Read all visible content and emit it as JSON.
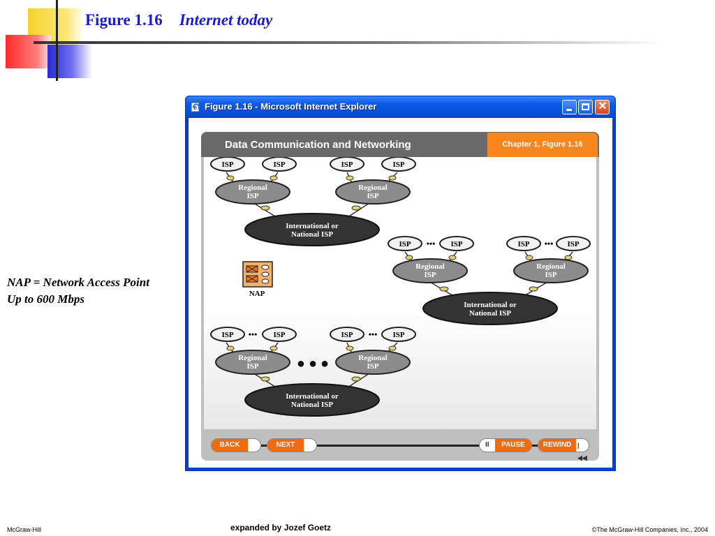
{
  "slide": {
    "figure_label": "Figure 1.16",
    "title": "Internet today",
    "nap_line1": "NAP = Network Access Point",
    "nap_line2": "Up to 600 Mbps",
    "footer_left": "McGraw-Hill",
    "footer_center": "expanded by Jozef Goetz",
    "footer_right": "©The McGraw-Hill Companies, Inc., 2004"
  },
  "window": {
    "title": "Figure 1.16 - Microsoft Internet Explorer",
    "icon": "ie-page-icon",
    "buttons": {
      "minimize": "minimize-icon",
      "maximize": "maximize-icon",
      "close_symbol": "✕"
    }
  },
  "frame": {
    "header_title": "Data Communication and Networking",
    "chapter_tag": "Chapter 1, Figure 1.16"
  },
  "diagram": {
    "isp": "ISP",
    "regional_line1": "Regional",
    "regional_line2": "ISP",
    "national_line1": "International or",
    "national_line2": "National ISP",
    "nap_label": "NAP",
    "ellipsis": "•••",
    "big_dots": "● ● ●",
    "colors": {
      "isp_fill": "#f2f2f2",
      "regional_fill": "#8c8c8c",
      "national_fill": "#333333",
      "link": "#e3d36a"
    }
  },
  "controls": {
    "back": "BACK",
    "next": "NEXT",
    "pause": "PAUSE",
    "pause_symbol": "II",
    "rewind": "REWIND",
    "rewind_symbol": "|◀◀"
  }
}
